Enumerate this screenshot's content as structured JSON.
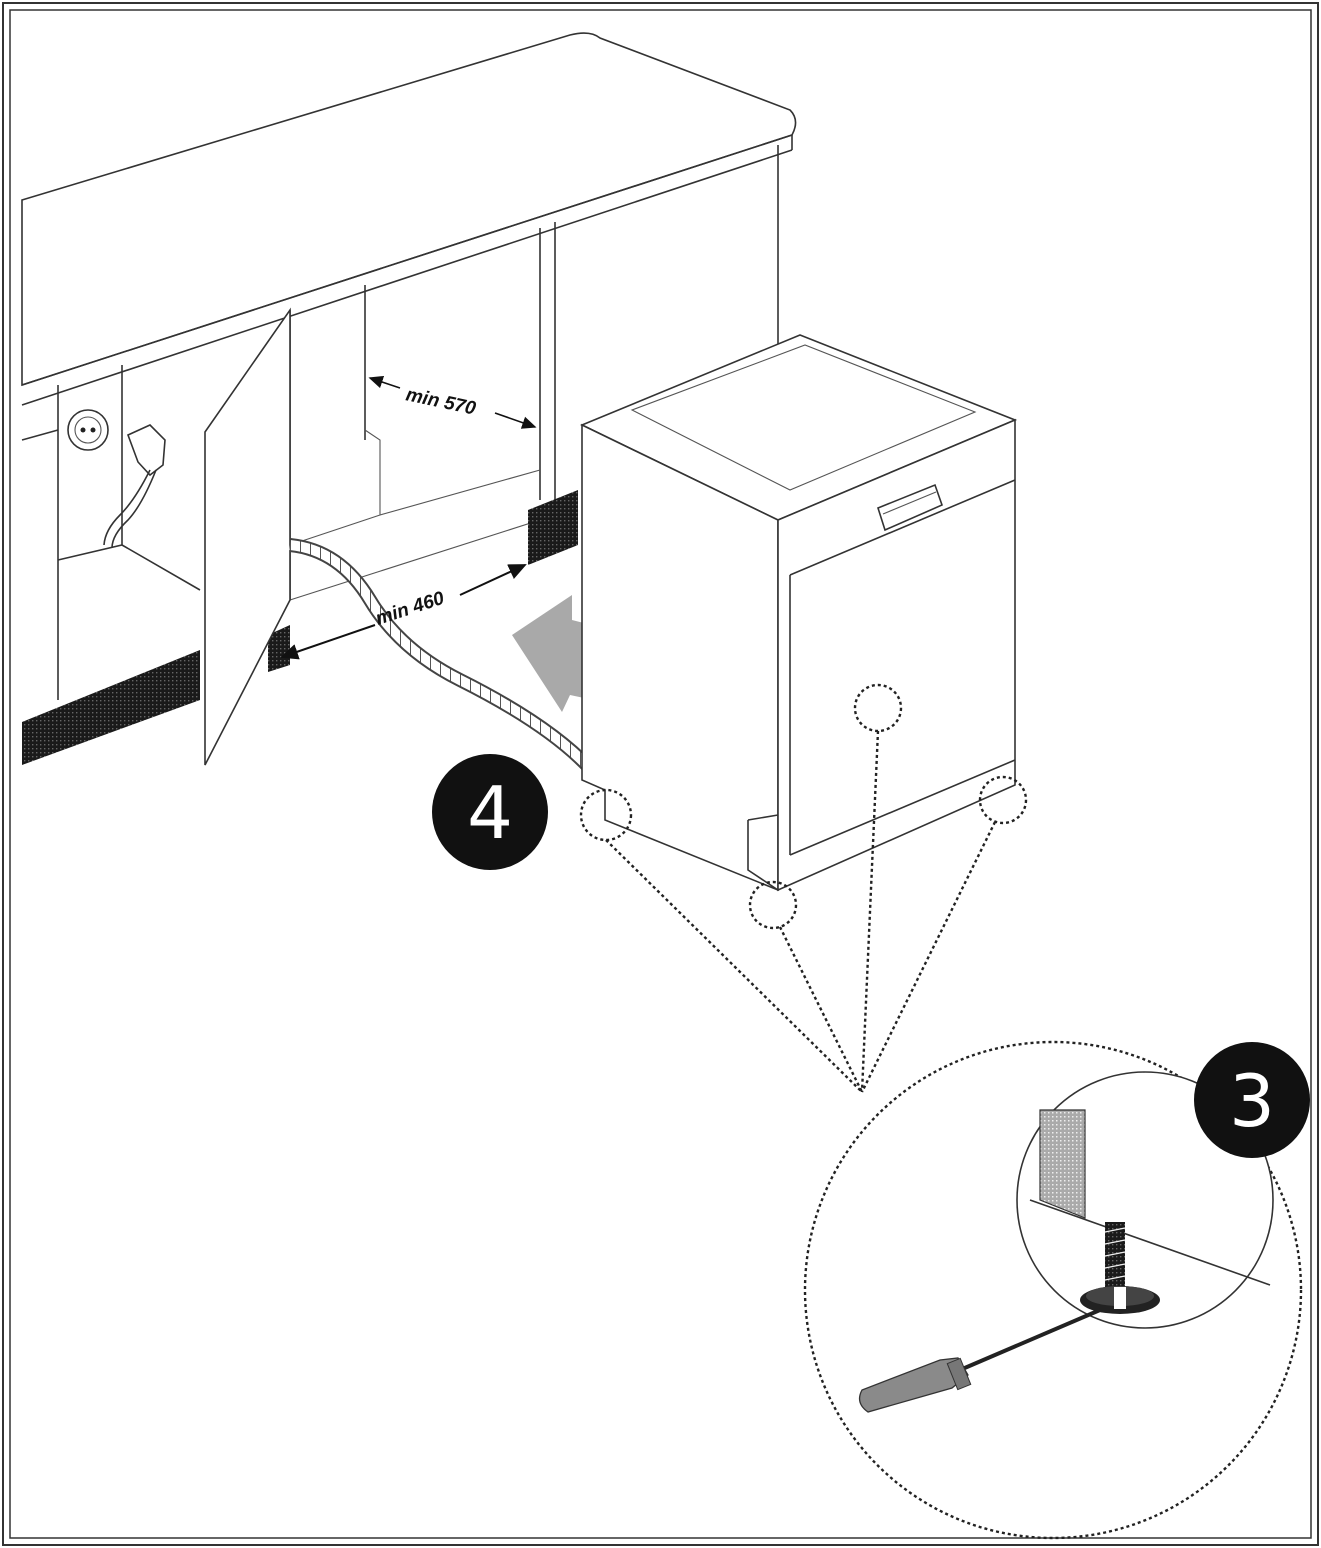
{
  "labels": {
    "dim_width": "min 570",
    "dim_depth": "min 460"
  },
  "steps": {
    "step_a": "4",
    "step_b": "3"
  },
  "colors": {
    "line": "#333333",
    "hatch": "#1a1a1a",
    "arrow": "#a9a9a9",
    "badge": "#111111"
  },
  "icons": {
    "socket": "power-socket-icon",
    "plug": "power-plug-icon",
    "arrow": "push-arrow-icon",
    "screwdriver": "screwdriver-icon"
  }
}
